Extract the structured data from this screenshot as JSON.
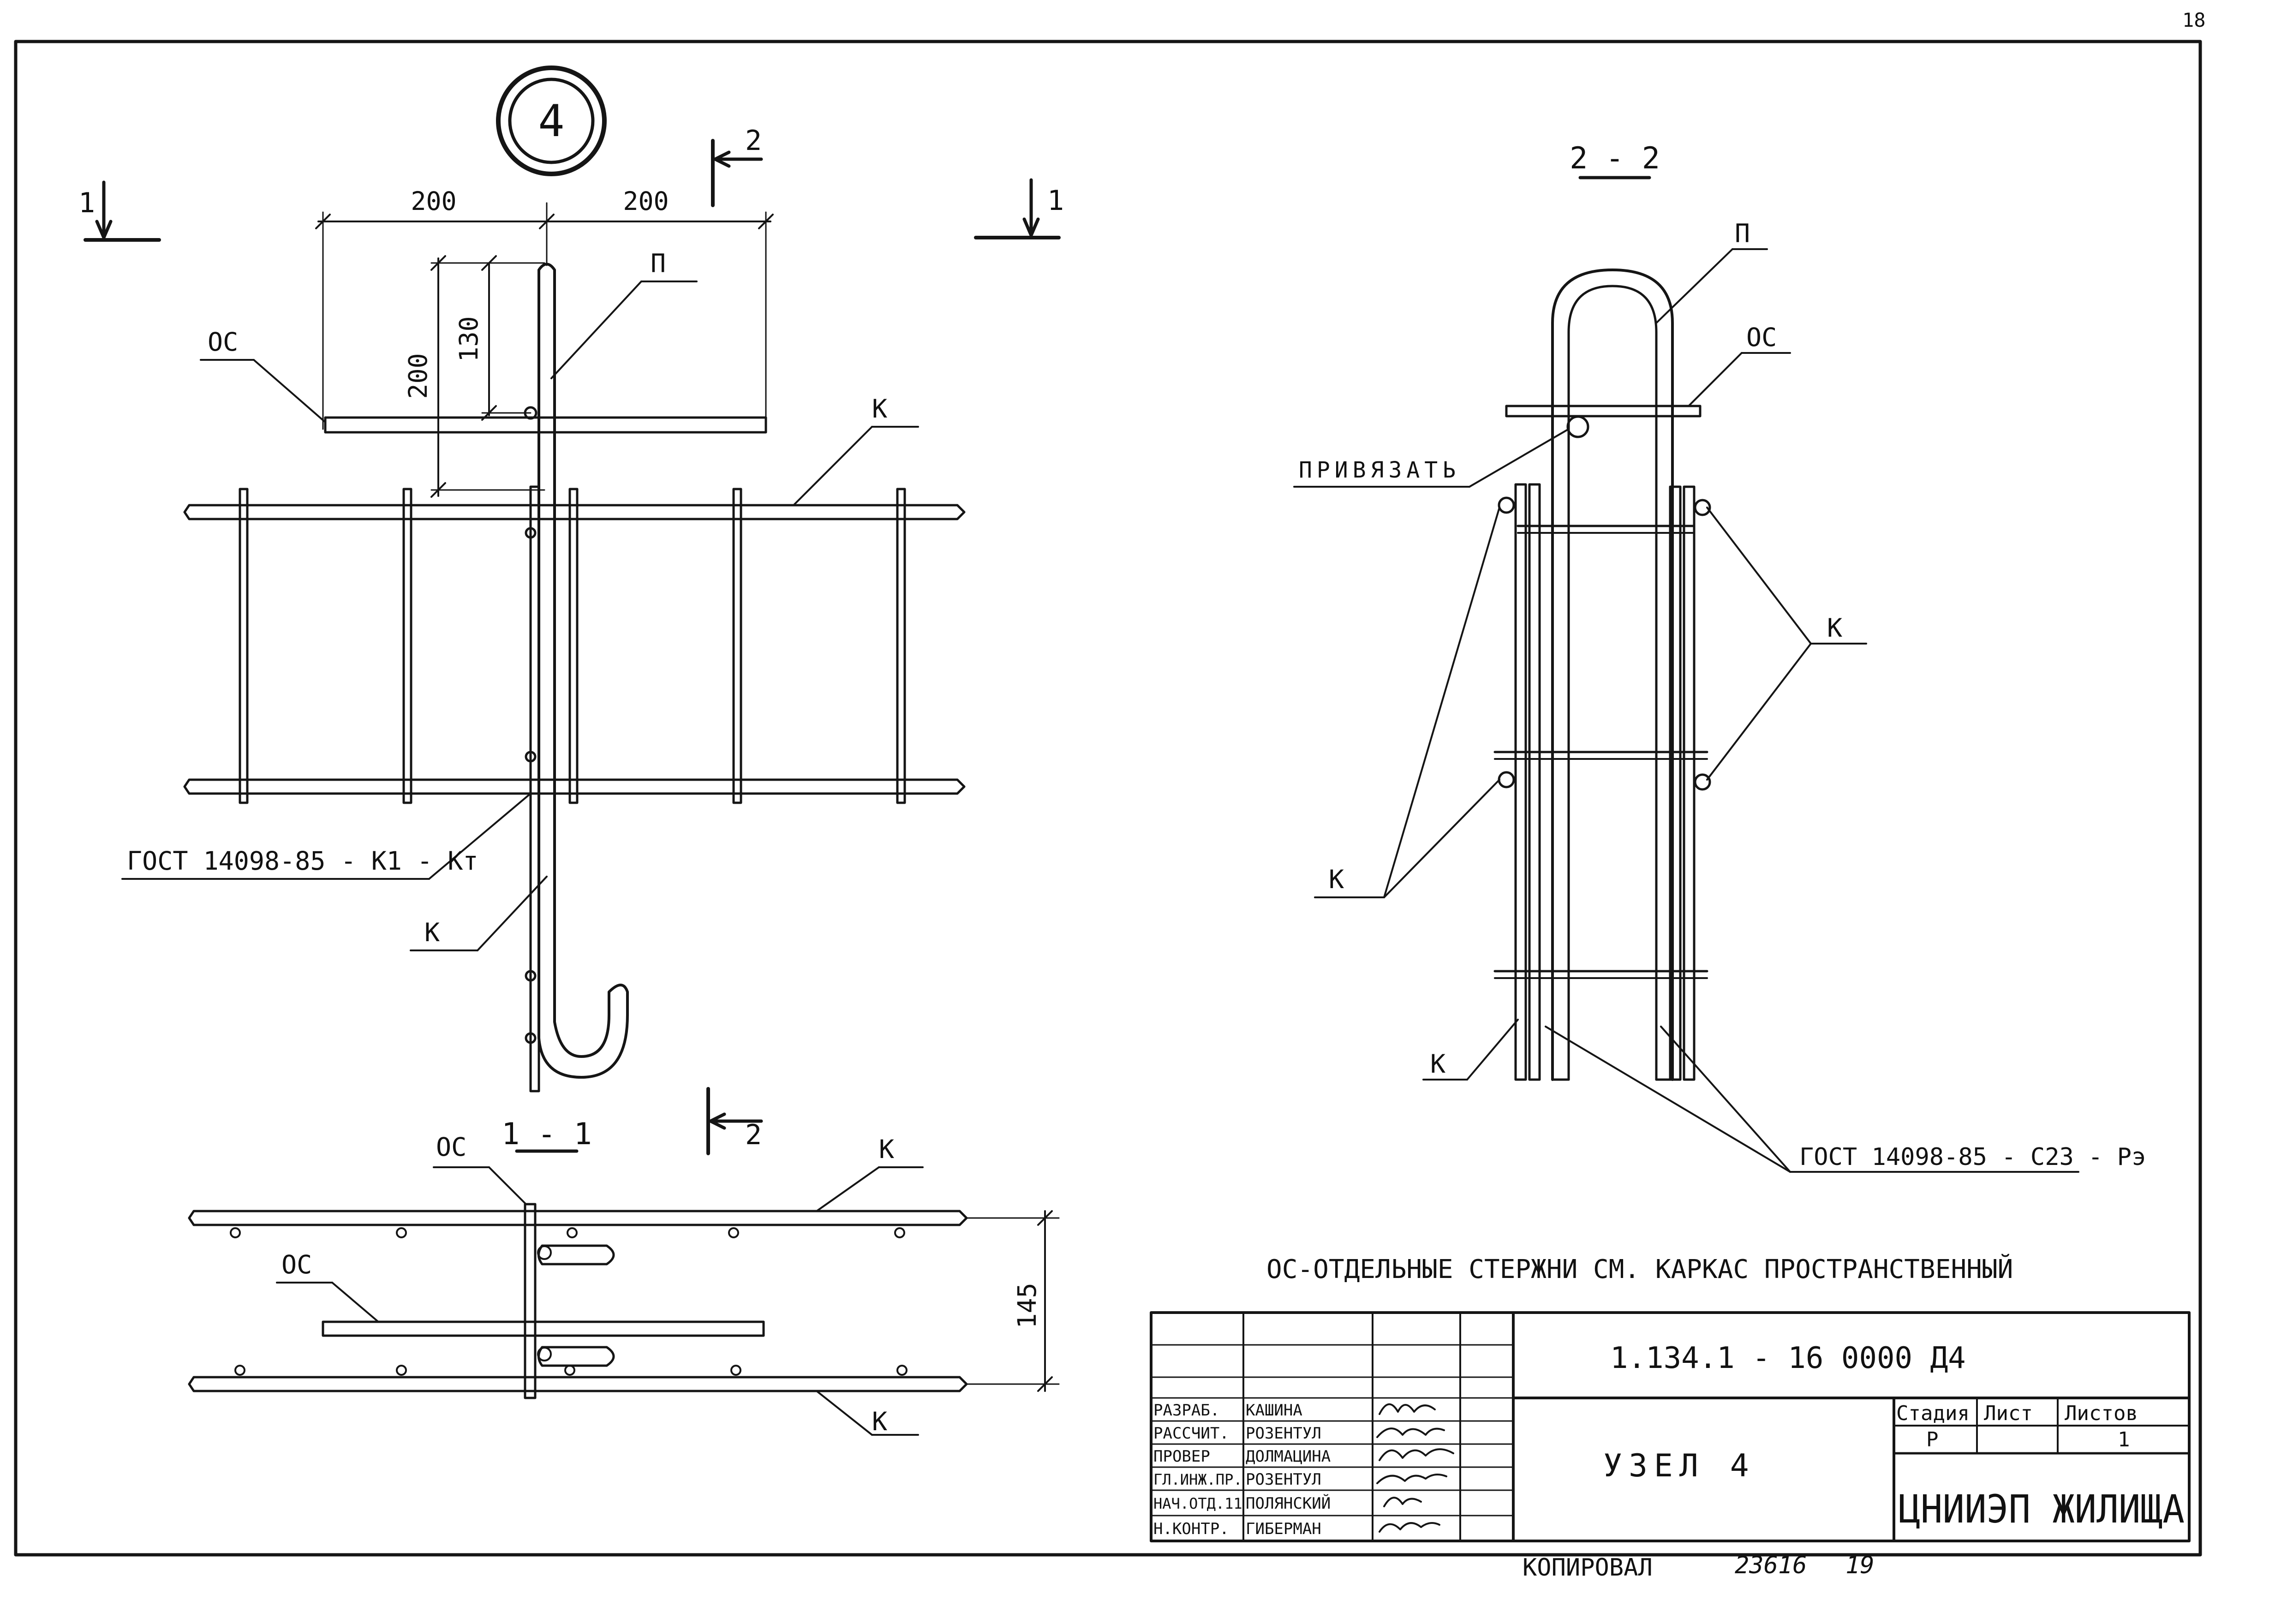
{
  "page_number": "18",
  "node_number": "4",
  "section_marks": {
    "left_1": "1",
    "right_1": "1",
    "top_2": "2",
    "bottom_2": "2"
  },
  "plan": {
    "dim_left_200": "200",
    "dim_right_200": "200",
    "dim_vert_200": "200",
    "dim_vert_130": "130",
    "label_os": "ОС",
    "label_p": "П",
    "label_k_top": "К",
    "label_gost": "ГОСТ 14098-85 - К1 - Кт",
    "label_k_bottom": "К"
  },
  "section_1_1": {
    "title": "1 - 1",
    "label_os_top": "ОС",
    "label_os_left": "ОС",
    "label_k_top": "К",
    "label_k_bottom": "К",
    "dim_145": "145"
  },
  "section_2_2": {
    "title": "2 - 2",
    "label_p": "П",
    "label_os": "ОС",
    "label_privyazat": "ПРИВЯЗАТЬ",
    "label_k_right": "К",
    "label_k_left": "К",
    "label_k_bottom": "К",
    "label_gost": "ГОСТ 14098-85 - С23 - Рэ"
  },
  "note": "ОС-ОТДЕЛЬНЫЕ СТЕРЖНИ СМ. КАРКАС ПРОСТРАНСТВЕННЫЙ",
  "title_block": {
    "doc_code": "1.134.1 - 16 0000 Д4",
    "sheet_title": "УЗЕЛ 4",
    "stage_header": "Стадия",
    "sheet_header": "Лист",
    "sheets_header": "Листов",
    "stage": "Р",
    "sheet": "",
    "sheets": "1",
    "org": "ЦНИИЭП ЖИЛИЩА",
    "rows": [
      {
        "role": "РАЗРАБ.",
        "name": "КАШИНА"
      },
      {
        "role": "РАССЧИТ.",
        "name": "РОЗЕНТУЛ"
      },
      {
        "role": "ПРОВЕР",
        "name": "ДОЛМАЦИНА"
      },
      {
        "role": "ГЛ.ИНЖ.ПР.",
        "name": "РОЗЕНТУЛ"
      },
      {
        "role": "НАЧ.ОТД.11",
        "name": "ПОЛЯНСКИЙ"
      },
      {
        "role": "Н.КОНТР.",
        "name": "ГИБЕРМАН"
      }
    ]
  },
  "footer": {
    "copied": "КОПИРОВАЛ",
    "number": "23616",
    "format": "19"
  }
}
